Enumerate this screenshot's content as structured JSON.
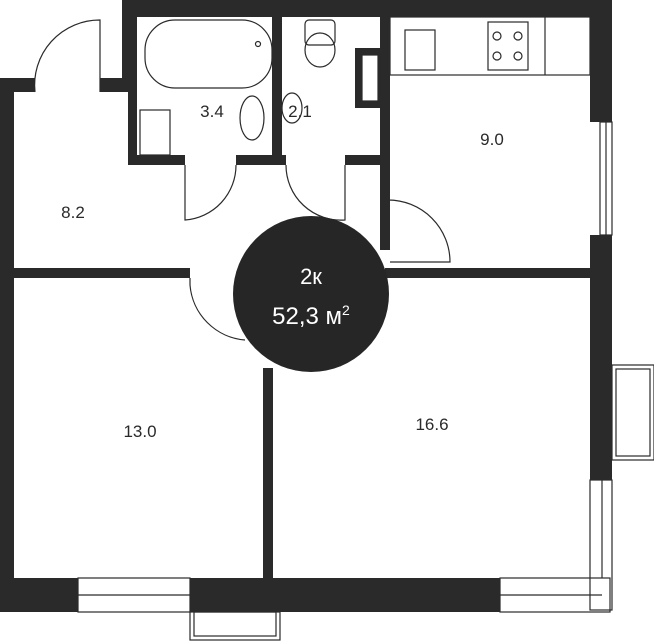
{
  "plan": {
    "rooms": "2к",
    "area": "52,3",
    "unit": "м",
    "unit_power": "2",
    "room_areas": {
      "bathroom": "3.4",
      "toilet": "2.1",
      "kitchen": "9.0",
      "hallway": "8.2",
      "bedroom": "13.0",
      "living_room": "16.6"
    },
    "colors": {
      "wall": "#2a2a2a",
      "badge": "#262626",
      "background": "#ffffff"
    }
  }
}
